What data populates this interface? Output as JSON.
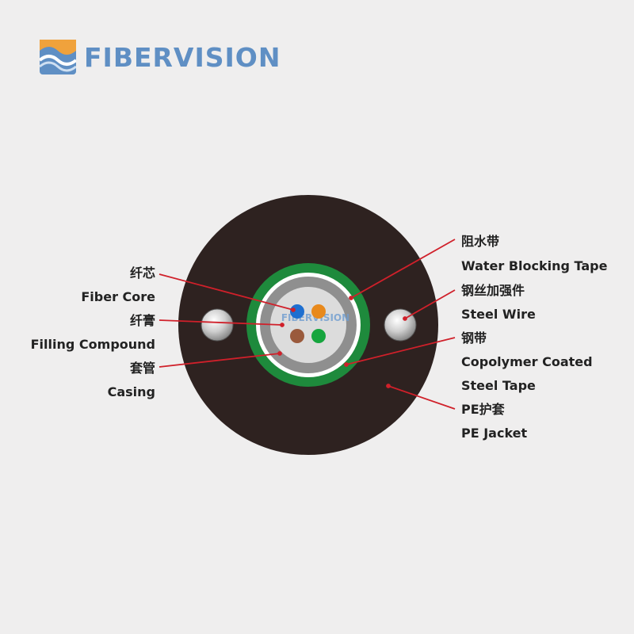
{
  "brand": {
    "name": "FIBERVISION",
    "watermark": "FIBERVISION",
    "colors": {
      "blue": "#5f8fc4",
      "orange": "#f0a23c"
    }
  },
  "labels": {
    "fiber_core_cn": "纤芯",
    "fiber_core_en": "Fiber Core",
    "filling_compound_cn": "纤膏",
    "filling_compound_en": "Filling Compound",
    "casing_cn": "套管",
    "casing_en": "Casing",
    "water_blocking_cn": "阻水带",
    "water_blocking_en": "Water Blocking Tape",
    "steel_wire_cn": "钢丝加强件",
    "steel_wire_en": "Steel Wire",
    "steel_tape_cn": "钢带",
    "steel_tape_en_1": "Copolymer Coated",
    "steel_tape_en_2": "Steel Tape",
    "pe_jacket_cn": "PE护套",
    "pe_jacket_en": "PE Jacket"
  },
  "colors": {
    "jacket": "#2e2220",
    "steel_tape": "#1e8a3c",
    "water_blocking": "#ffffff",
    "casing": "#8f8f8f",
    "filling": "#dcdcdc",
    "fiber_blue": "#1e6fd0",
    "fiber_orange": "#e8891c",
    "fiber_brown": "#9a5a3c",
    "fiber_green": "#16a53e",
    "leader": "#d0202a"
  }
}
